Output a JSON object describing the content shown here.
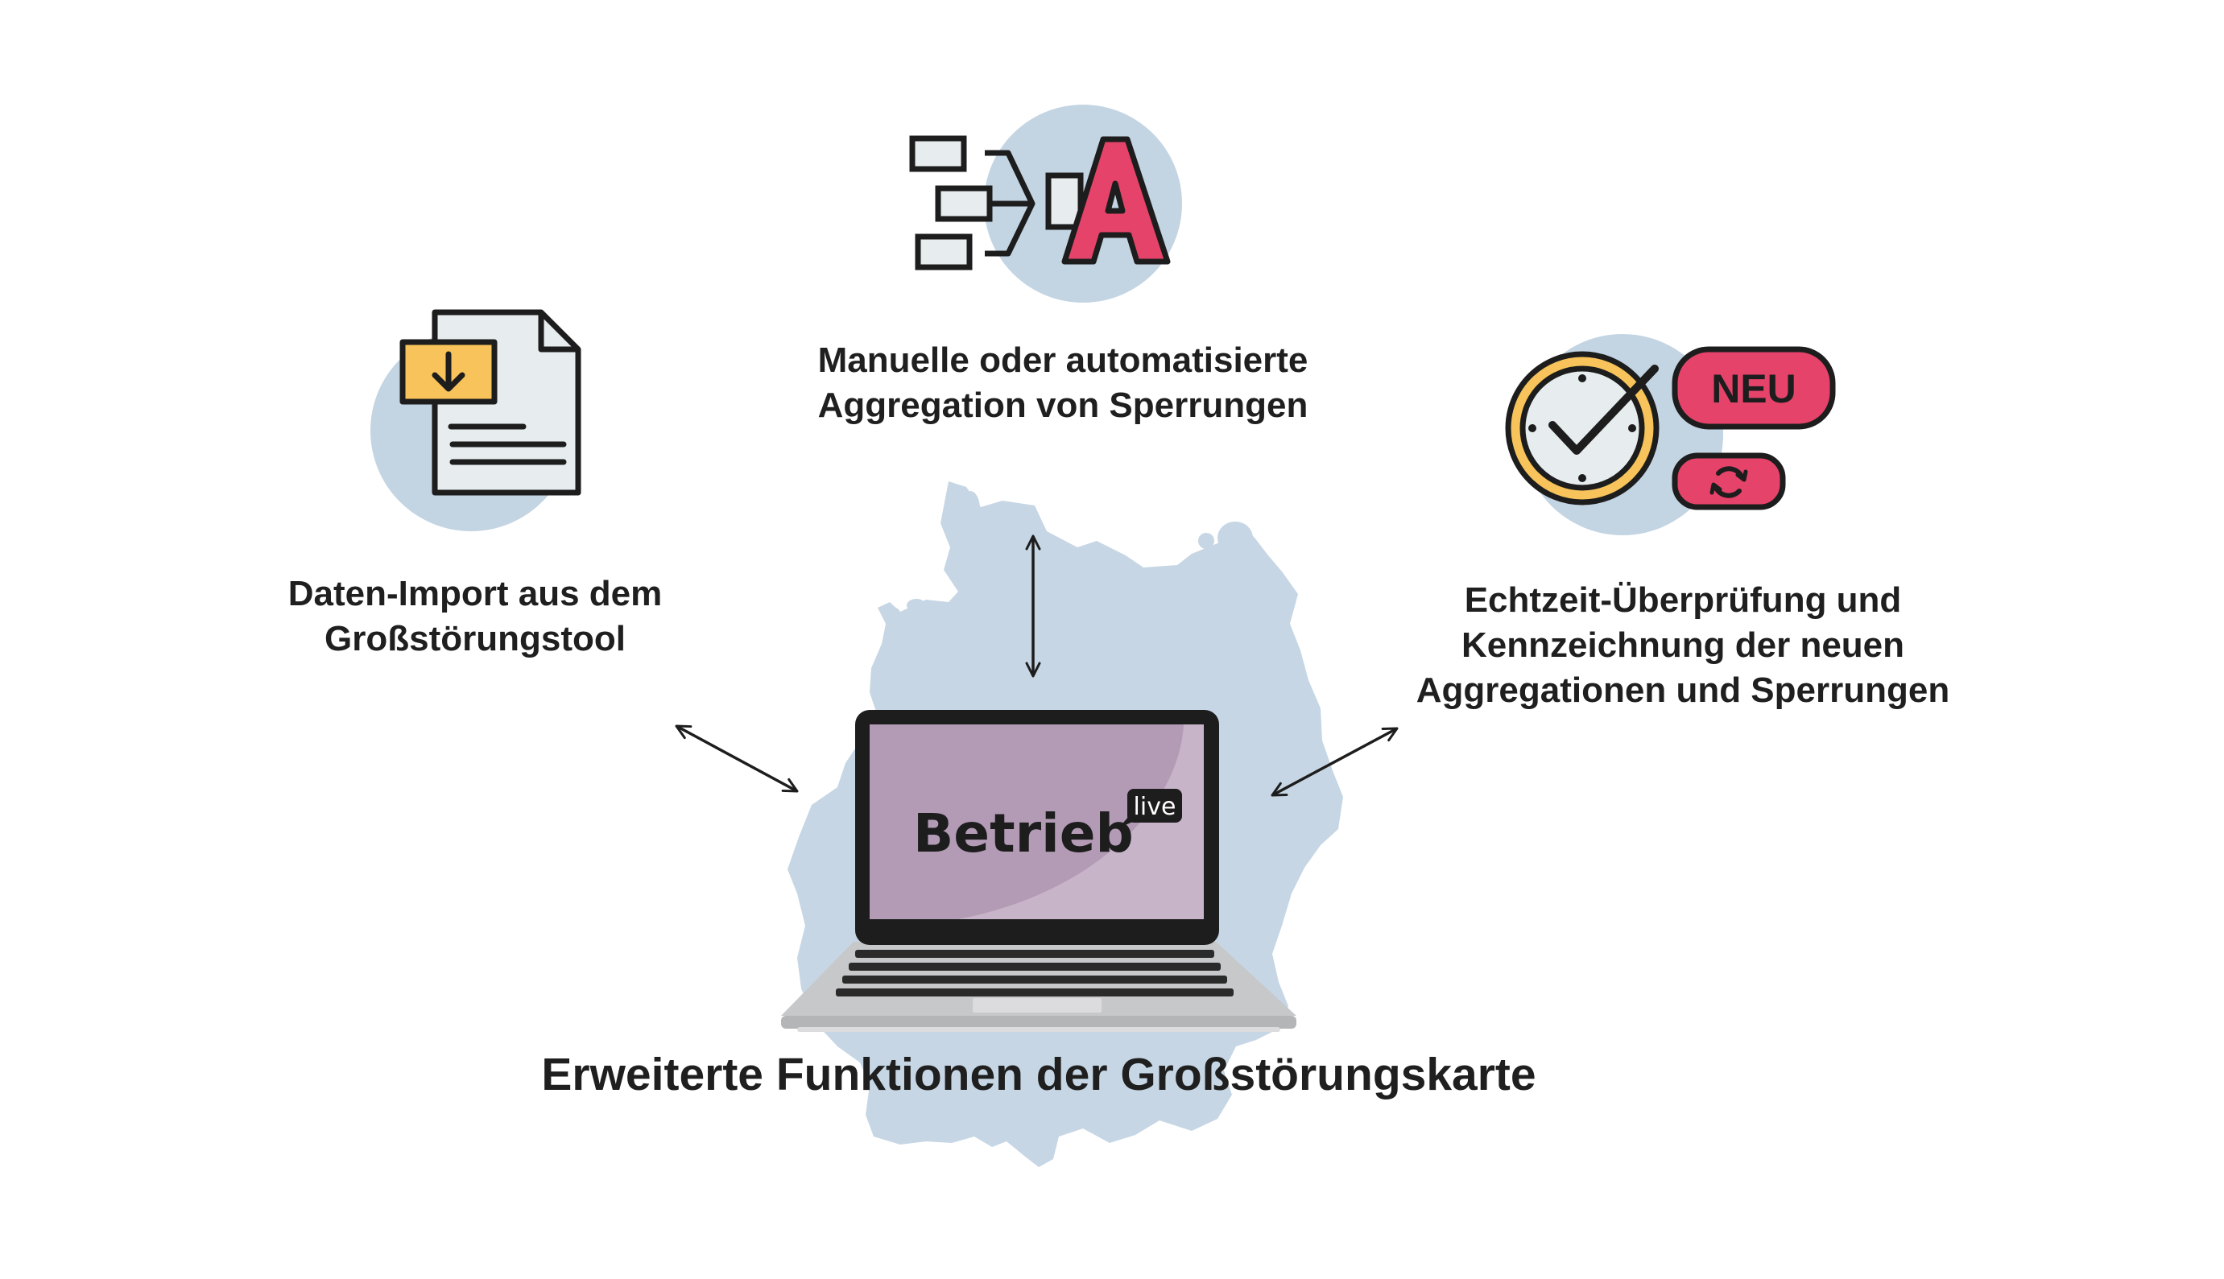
{
  "colors": {
    "map": "#c6d6e4",
    "icon_circle": "#c3d4e3",
    "accent_red": "#e5436a",
    "accent_yellow": "#f7c35a",
    "screen_purple": "#b39bb6",
    "outline": "#1d1d1d"
  },
  "features": {
    "import": {
      "icon": "document-download-icon",
      "line1": "Daten-Import aus dem",
      "line2": "Großstörungstool"
    },
    "aggregation": {
      "icon": "aggregation-icon",
      "line1": "Manuelle oder automatisierte",
      "line2": "Aggregation von Sperrungen"
    },
    "realtime": {
      "icon": "clock-check-icon",
      "badge_new": "NEU",
      "line1": "Echtzeit-Überprüfung und",
      "line2": "Kennzeichnung der neuen",
      "line3": "Aggregationen und Sperrungen"
    }
  },
  "laptop": {
    "logo_text": "Betrieb",
    "logo_badge": "live"
  },
  "title": "Erweiterte Funktionen der Großstörungskarte"
}
